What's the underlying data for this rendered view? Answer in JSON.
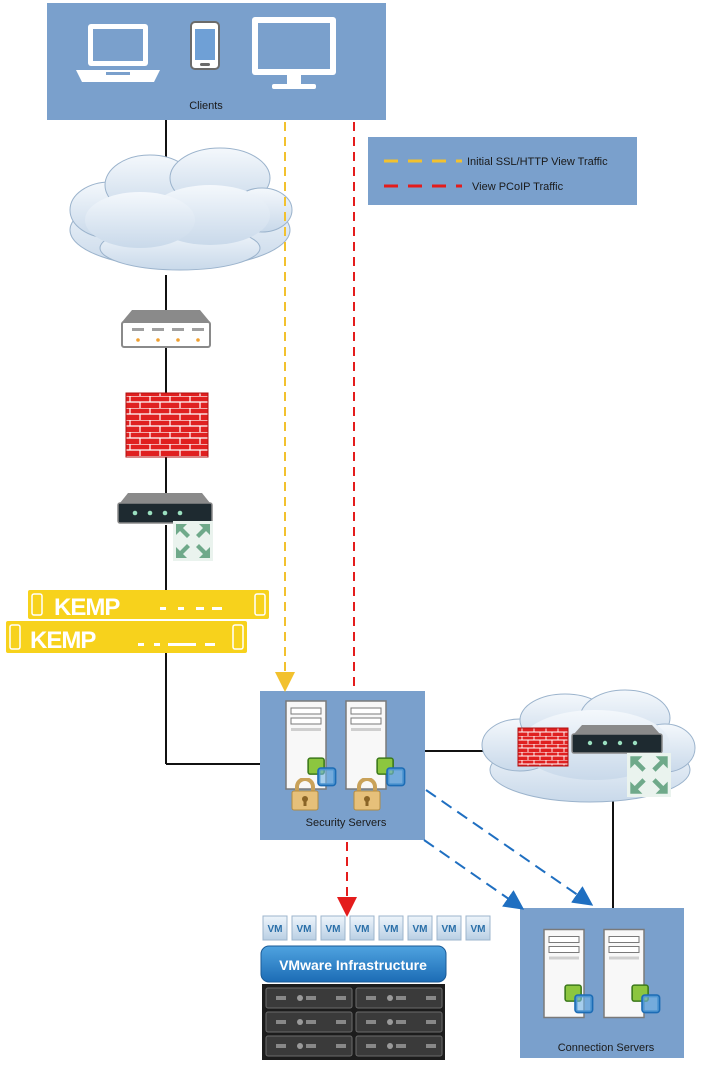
{
  "groups": {
    "clients": "Clients",
    "security_servers": "Security Servers",
    "connection_servers": "Connection Servers"
  },
  "legend": {
    "ssl_http": "Initial SSL/HTTP View Traffic",
    "pcoip": "View PCoIP Traffic"
  },
  "load_balancer": {
    "brand_top": "KEMP",
    "brand_bottom": "KEMP"
  },
  "infrastructure": {
    "title": "VMware Infrastructure",
    "vms": [
      "VM",
      "VM",
      "VM",
      "VM",
      "VM",
      "VM",
      "VM",
      "VM"
    ]
  },
  "colors": {
    "box_fill": "#7aa0cc",
    "ssl_line": "#f2c12e",
    "pcoip_line": "#e41c1c",
    "internal_line": "#1f6fc1",
    "firewall": "#e02020",
    "kemp": "#f7d21c"
  }
}
